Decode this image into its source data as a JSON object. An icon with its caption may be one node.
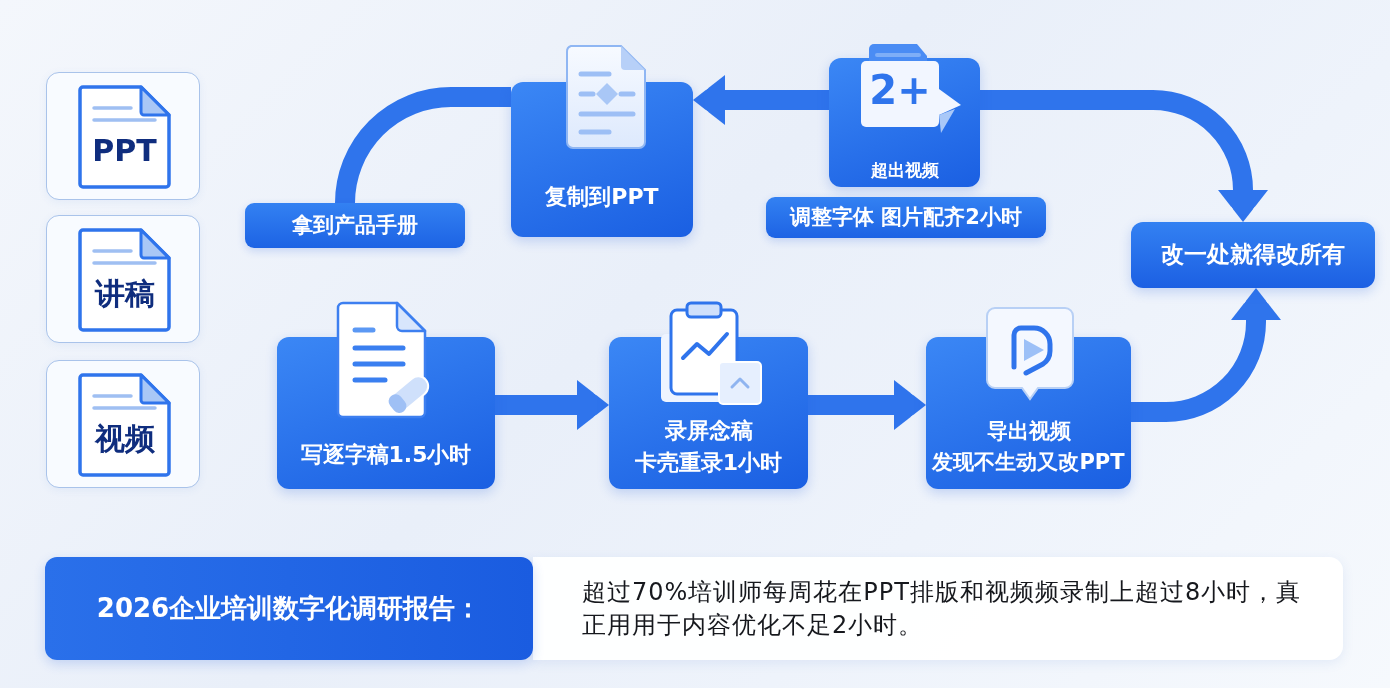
{
  "diagram": {
    "nodes": [
      {
        "text": [
          "PPT"
        ]
      },
      {
        "text": [
          "讲稿"
        ]
      },
      {
        "text": [
          "视频"
        ]
      },
      {
        "text": [
          "拿到产品手册"
        ]
      },
      {
        "text": [
          "复制到PPT"
        ]
      },
      {
        "text": [
          "2+",
          "超出视频"
        ]
      },
      {
        "text": [
          "调整字体 图片配齐2小时"
        ]
      },
      {
        "text": [
          "改一处就得改所有"
        ]
      },
      {
        "text": [
          "写逐字稿1.5小时"
        ]
      },
      {
        "text": [
          "录屏念稿",
          "卡壳重录1小时"
        ]
      },
      {
        "text": [
          "导出视频",
          "发现不生动又改PPT"
        ]
      },
      {
        "text": [
          "2026企业培训数字化调研报告："
        ]
      },
      {
        "text": [
          "超过70%培训师每周花在PPT排版和视频频录制上超过8小时，真正用用于内容优化不足2小时。"
        ]
      }
    ],
    "edges": [
      {
        "from": 3,
        "to": 4,
        "arrow": "none"
      },
      {
        "from": 5,
        "to": 4,
        "arrow": "to"
      },
      {
        "from": 5,
        "to": 7,
        "arrow": "to"
      },
      {
        "from": 8,
        "to": 9,
        "arrow": "to"
      },
      {
        "from": 9,
        "to": 10,
        "arrow": "to"
      },
      {
        "from": 10,
        "to": 7,
        "arrow": "to"
      }
    ]
  }
}
